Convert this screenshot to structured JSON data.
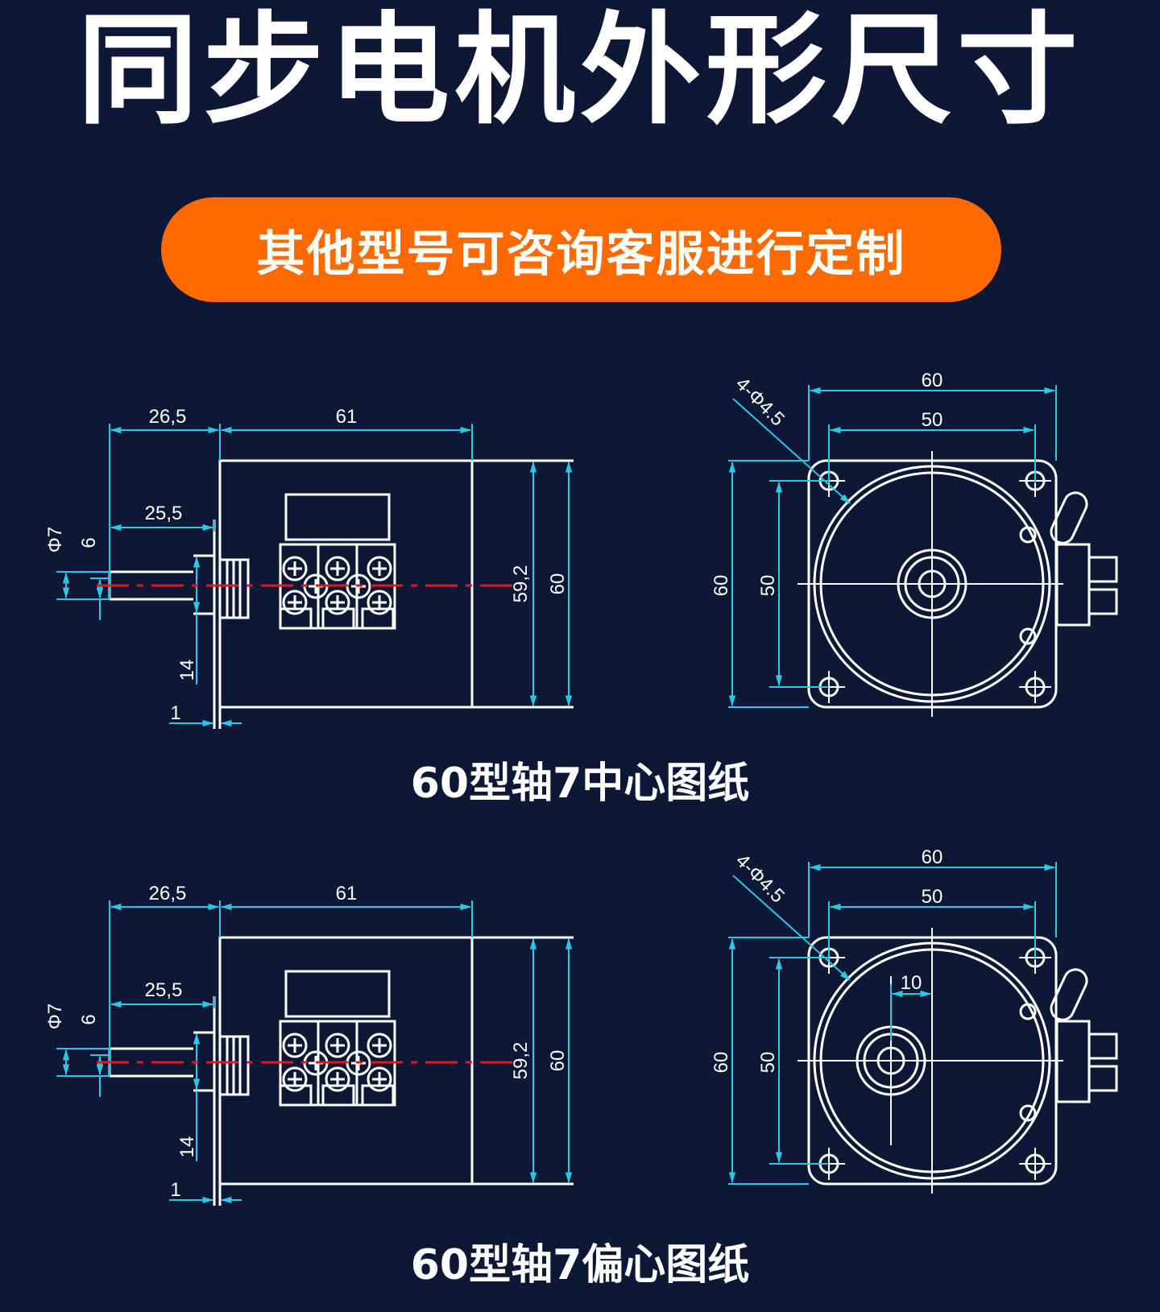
{
  "title": "同步电机外形尺寸",
  "banner": "其他型号可咨询客服进行定制",
  "colors": {
    "background": "#0e1836",
    "banner": "#ff6a00",
    "dimension_lines": "#28c8e6",
    "outline": "#ffffff",
    "center_line": "#e01818"
  },
  "drawing_center": {
    "caption": "60型轴7中心图纸",
    "side_view": {
      "dim_top_left": "26,5",
      "dim_top_width": "61",
      "dim_shaft": "25,5",
      "dim_shaft_dia": "Φ7",
      "dim_flat": "6",
      "dim_boss": "14",
      "dim_flange": "1",
      "dim_height_inner": "59,2",
      "dim_height": "60"
    },
    "front_view": {
      "dim_holes": "4-Φ4.5",
      "dim_width": "60",
      "dim_hole_spacing": "50",
      "dim_height": "60",
      "dim_hole_spacing_v": "50"
    }
  },
  "drawing_eccentric": {
    "caption": "60型轴7偏心图纸",
    "side_view": {
      "dim_top_left": "26,5",
      "dim_top_width": "61",
      "dim_shaft": "25,5",
      "dim_shaft_dia": "Φ7",
      "dim_flat": "6",
      "dim_boss": "14",
      "dim_flange": "1",
      "dim_height_inner": "59,2",
      "dim_height": "60"
    },
    "front_view": {
      "dim_holes": "4-Φ4.5",
      "dim_width": "60",
      "dim_hole_spacing": "50",
      "dim_offset": "10",
      "dim_height": "60",
      "dim_hole_spacing_v": "50"
    }
  }
}
